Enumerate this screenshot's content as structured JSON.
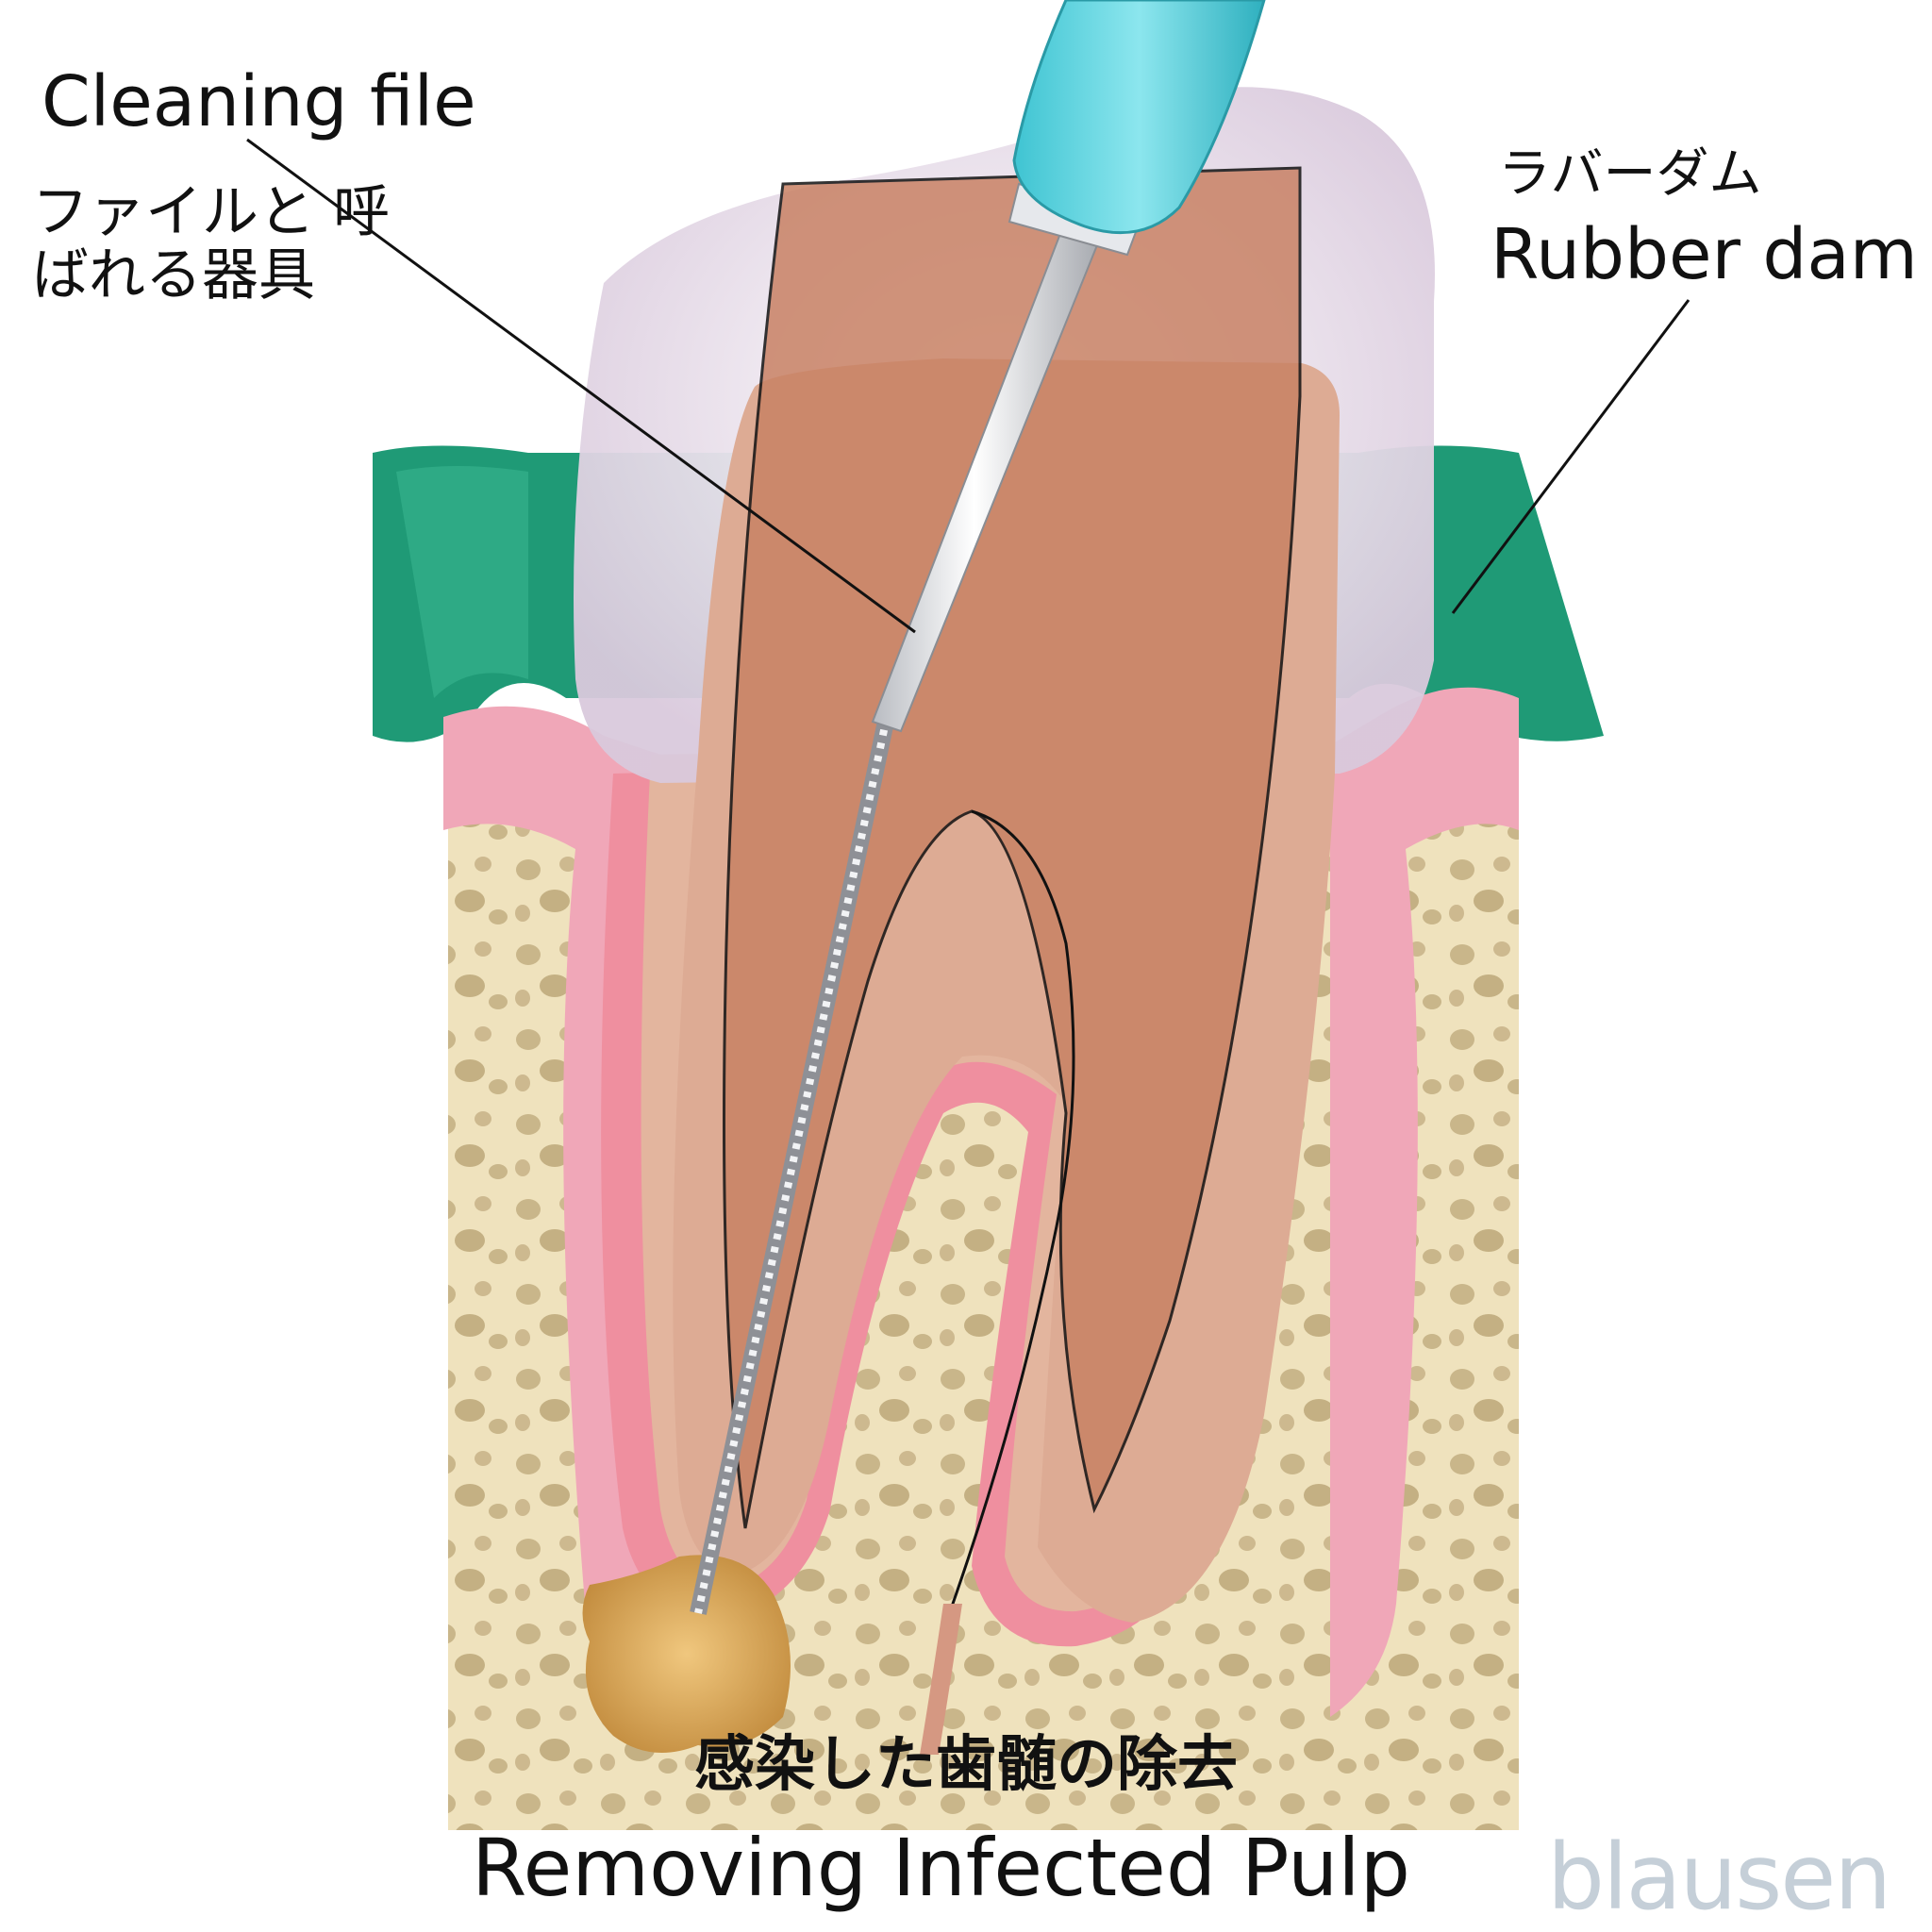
{
  "labels": {
    "cleaning_file_en": "Cleaning file",
    "cleaning_file_jp": "ファイルと 呼ばれる器具",
    "rubber_dam_jp": "ラバーダム",
    "rubber_dam_en": "Rubber dam",
    "title_jp": "感染した歯髄の除去",
    "title_en": "Removing Infected Pulp",
    "brand": "blausen"
  },
  "colors": {
    "rubber_dam": "#1f9a76",
    "gum": "#f0a7b8",
    "bone": "#efe0b8",
    "dentin": "#e3b59e",
    "pulp": "#c98265",
    "crown": "#e7dbe6",
    "instrument_handle": "#58d3de",
    "abscess": "#d8a454"
  }
}
